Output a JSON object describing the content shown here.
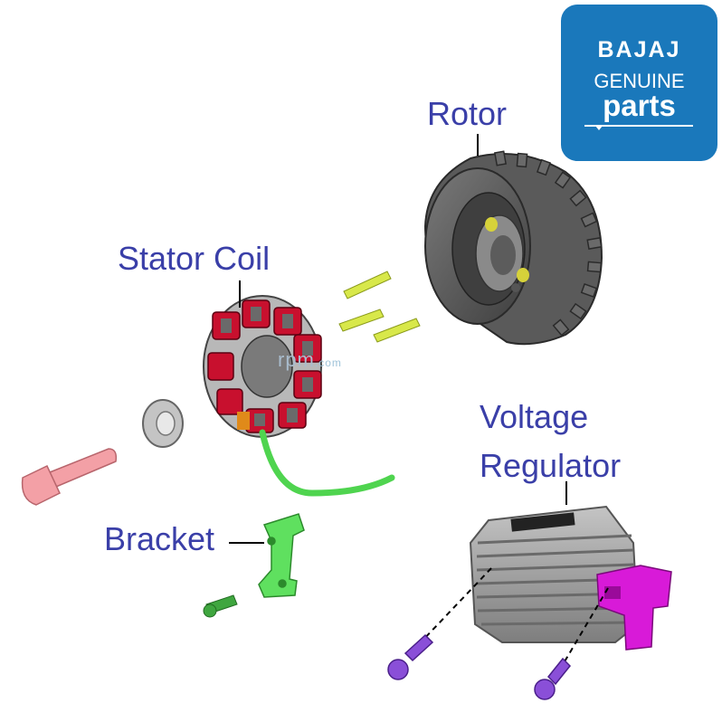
{
  "badge": {
    "brand": "BAJAJ",
    "line2": "GENUINE",
    "line3": "parts",
    "color": "#1a78bb"
  },
  "labels": {
    "rotor": "Rotor",
    "stator_coil": "Stator Coil",
    "voltage_regulator_line1": "Voltage",
    "voltage_regulator_line2": "Regulator",
    "bracket": "Bracket"
  },
  "watermark": {
    "main": "rpm",
    "suffix": ".com"
  },
  "colors": {
    "label_text": "#3a3fa8",
    "rotor": "#555555",
    "stator_red": "#c8102e",
    "wire_green": "#4fd44f",
    "bolt_pink": "#f3a0a6",
    "regulator_grey": "#9a9a9a",
    "connector_magenta": "#d81ad8",
    "screw_purple": "#8a4fd8",
    "pin_yellow": "#d8e84a"
  }
}
